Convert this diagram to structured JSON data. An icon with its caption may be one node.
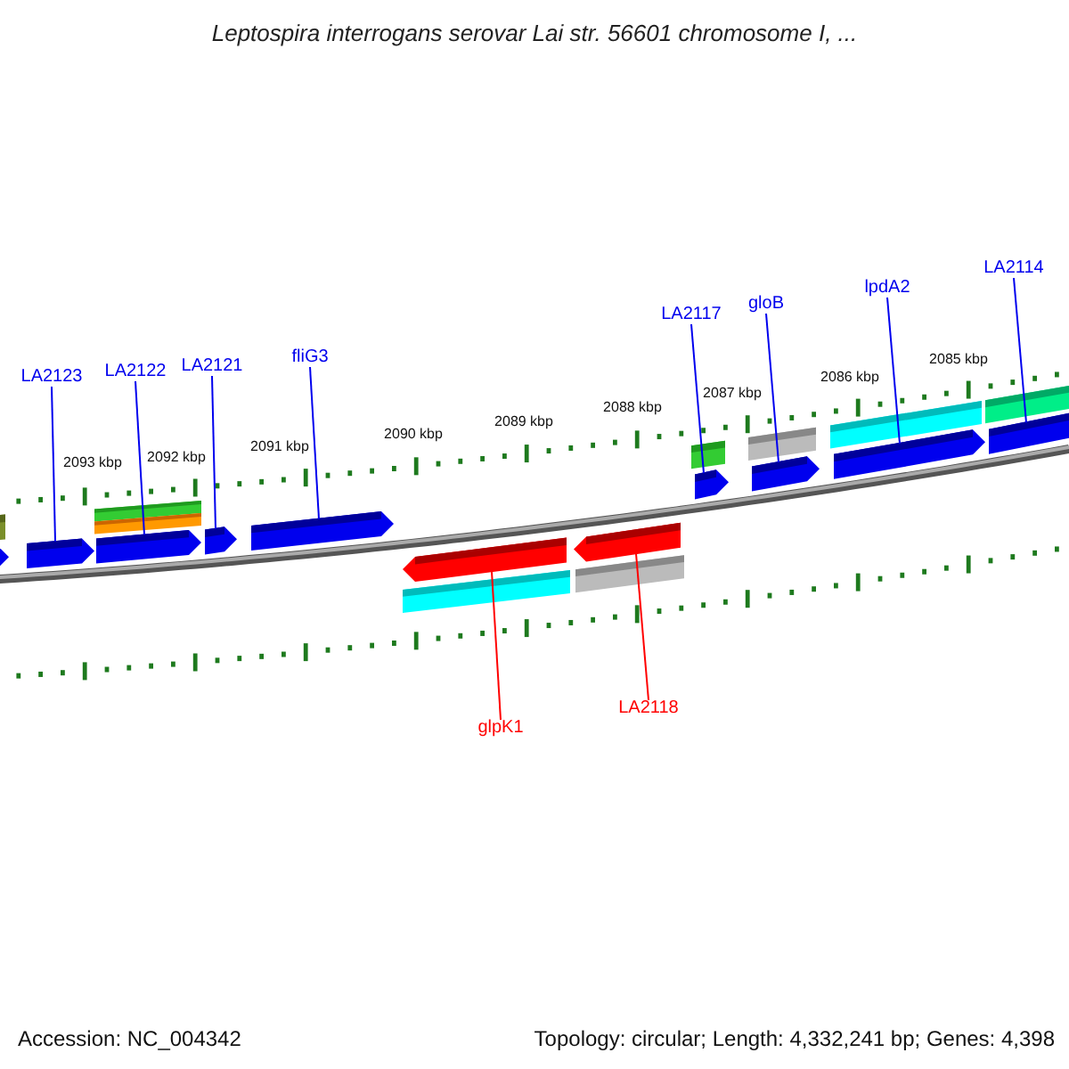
{
  "diagram": {
    "title": "Leptospira interrogans serovar Lai str. 56601 chromosome I, ...",
    "nodes": [
      {
        "text": [
          "LA2123"
        ]
      },
      {
        "text": [
          "LA2122"
        ]
      },
      {
        "text": [
          "LA2121"
        ]
      },
      {
        "text": [
          "fliG3"
        ]
      },
      {
        "text": [
          "LA2117"
        ]
      },
      {
        "text": [
          "gloB"
        ]
      },
      {
        "text": [
          "lpdA2"
        ]
      },
      {
        "text": [
          "LA2114"
        ]
      },
      {
        "text": [
          "glpK1"
        ]
      },
      {
        "text": [
          "LA2118"
        ]
      },
      {
        "text": [],
        "shape": "bar"
      },
      {
        "text": [],
        "shape": "bar"
      },
      {
        "text": [],
        "shape": "bar"
      },
      {
        "text": [],
        "shape": "bar"
      },
      {
        "text": [],
        "shape": "bar"
      },
      {
        "text": [],
        "shape": "bar"
      },
      {
        "text": [],
        "shape": "bar"
      },
      {
        "text": [],
        "shape": "bar"
      },
      {
        "text": [],
        "shape": "bar"
      },
      {
        "text": [],
        "shape": "bar"
      }
    ],
    "edges": [
      {
        "from": 0,
        "to": 10,
        "arrow": "none"
      },
      {
        "from": 1,
        "to": 11,
        "arrow": "none"
      },
      {
        "from": 2,
        "to": 12,
        "arrow": "none"
      },
      {
        "from": 3,
        "to": 13,
        "arrow": "none"
      },
      {
        "from": 4,
        "to": 16,
        "arrow": "none"
      },
      {
        "from": 5,
        "to": 17,
        "arrow": "none"
      },
      {
        "from": 6,
        "to": 18,
        "arrow": "none"
      },
      {
        "from": 7,
        "to": 19,
        "arrow": "none"
      },
      {
        "from": 8,
        "to": 14,
        "arrow": "none",
        "color": "#ff0000"
      },
      {
        "from": 9,
        "to": 15,
        "arrow": "none",
        "color": "#ff0000"
      }
    ],
    "labels": [
      "2093 kbp",
      "2092 kbp",
      "2091 kbp",
      "2090 kbp",
      "2089 kbp",
      "2088 kbp",
      "2087 kbp",
      "2086 kbp",
      "2085 kbp",
      "Accession: NC_004342",
      "Topology: circular; Length: 4,332,241 bp; Genes: 4,398"
    ]
  }
}
